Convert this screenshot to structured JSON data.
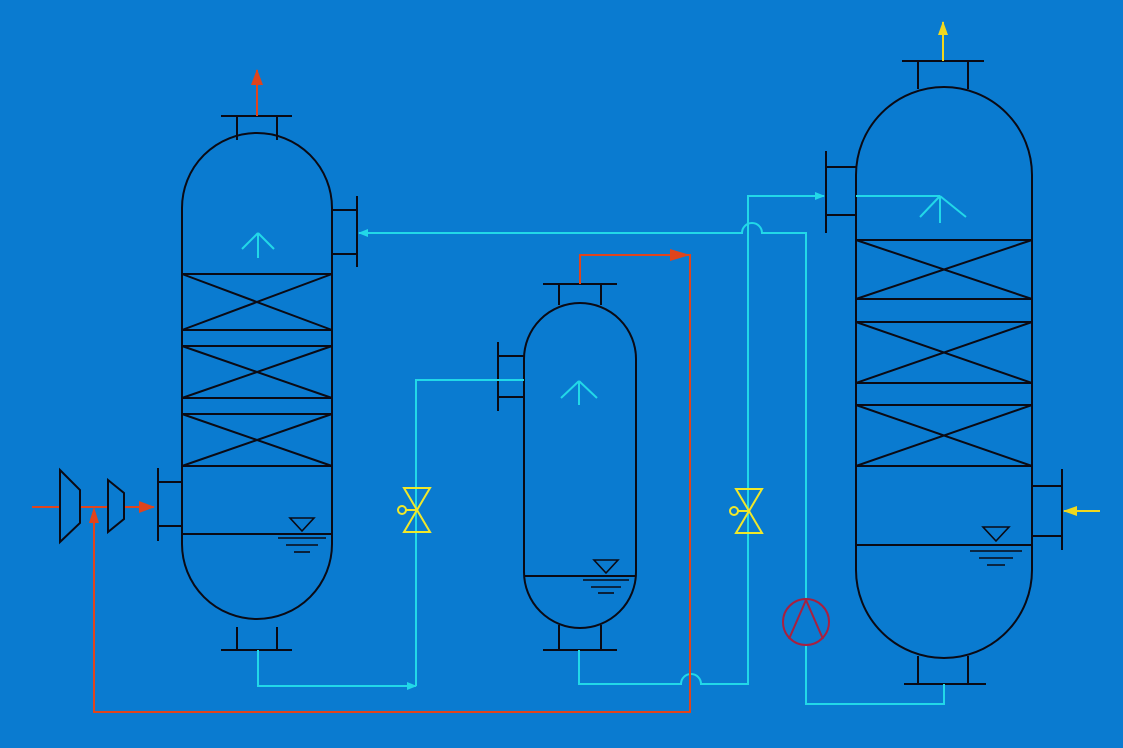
{
  "diagram": {
    "type": "process-flow-schematic",
    "equipment": [
      "absorber-column",
      "flash-drum",
      "stripper-column",
      "compressor-stage-1",
      "compressor-stage-2",
      "control-valve",
      "control-valve",
      "centrifugal-pump"
    ]
  },
  "colors": {
    "background": "#0a7bd0",
    "vessel_stroke": "#0a0a14",
    "liquid_line": "#22d8e8",
    "gas_line": "#e0441c",
    "product_line": "#f0d81e",
    "valve": "#f0e82a",
    "pump": "#a82040"
  }
}
